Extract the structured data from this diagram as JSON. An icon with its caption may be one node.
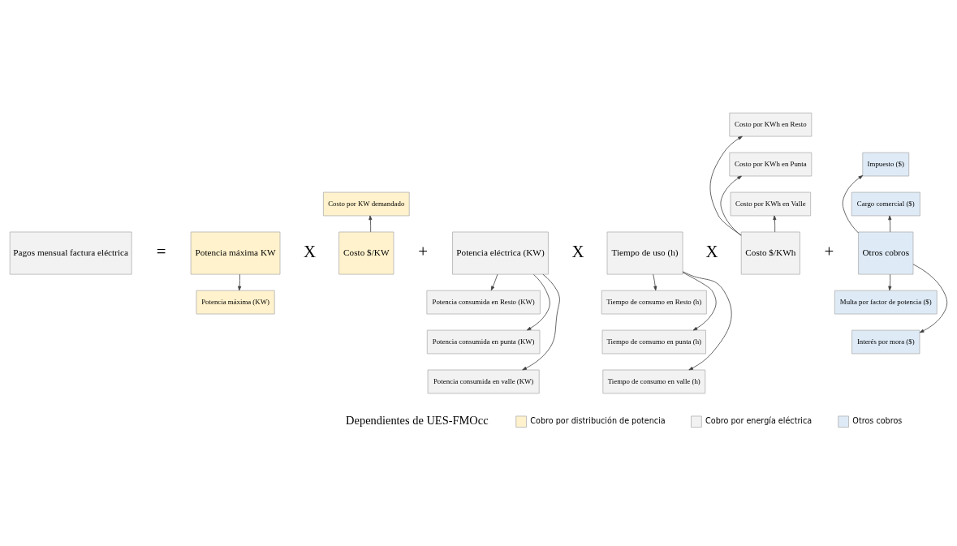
{
  "diagram": {
    "nodes": [
      {
        "text": [
          "Pagos mensual factura eléctrica"
        ]
      },
      {
        "text": [
          "Potencia máxima KW"
        ]
      },
      {
        "text": [
          "Costo $/KW"
        ]
      },
      {
        "text": [
          "Costo por KW demandado"
        ]
      },
      {
        "text": [
          "Potencia máxima (KW)"
        ]
      },
      {
        "text": [
          "Potencia eléctrica (KW)"
        ]
      },
      {
        "text": [
          "Tiempo de uso (h)"
        ]
      },
      {
        "text": [
          "Costo $/KWh"
        ]
      },
      {
        "text": [
          "Costo por KWh en Resto"
        ]
      },
      {
        "text": [
          "Costo por KWh en Punta"
        ]
      },
      {
        "text": [
          "Costo por KWh en Valle"
        ]
      },
      {
        "text": [
          "Potencia consumida en Resto (KW)"
        ]
      },
      {
        "text": [
          "Potencia consumida en punta (KW)"
        ]
      },
      {
        "text": [
          "Potencia consumida en valle (KW)"
        ]
      },
      {
        "text": [
          "Tiempo de consumo en Resto (h)"
        ]
      },
      {
        "text": [
          "Tiempo de consumo en punta (h)"
        ]
      },
      {
        "text": [
          "Tiempo de consumo en valle (h)"
        ]
      },
      {
        "text": [
          "Otros cobros"
        ]
      },
      {
        "text": [
          "Impuesto ($)"
        ]
      },
      {
        "text": [
          "Cargo comercial ($)"
        ]
      },
      {
        "text": [
          "Multa por factor de potencia ($)"
        ]
      },
      {
        "text": [
          "Interés por mora ($)"
        ]
      }
    ],
    "edges": [
      {
        "from": 2,
        "to": 3,
        "arrow": "to"
      },
      {
        "from": 1,
        "to": 4,
        "arrow": "to"
      },
      {
        "from": 7,
        "to": 8,
        "arrow": "to"
      },
      {
        "from": 7,
        "to": 9,
        "arrow": "to"
      },
      {
        "from": 7,
        "to": 10,
        "arrow": "to"
      },
      {
        "from": 5,
        "to": 11,
        "arrow": "to"
      },
      {
        "from": 5,
        "to": 12,
        "arrow": "to"
      },
      {
        "from": 5,
        "to": 13,
        "arrow": "to"
      },
      {
        "from": 6,
        "to": 14,
        "arrow": "to"
      },
      {
        "from": 6,
        "to": 15,
        "arrow": "to"
      },
      {
        "from": 6,
        "to": 16,
        "arrow": "to"
      },
      {
        "from": 17,
        "to": 18,
        "arrow": "to"
      },
      {
        "from": 17,
        "to": 19,
        "arrow": "to"
      },
      {
        "from": 17,
        "to": 20,
        "arrow": "to"
      },
      {
        "from": 17,
        "to": 21,
        "arrow": "to"
      }
    ],
    "labels": [
      "=",
      "X",
      "+",
      "X",
      "X",
      "+",
      "Dependientes de UES-FMOcc"
    ],
    "legend": [
      {
        "text": "Cobro por distribución de potencia",
        "color": "#fff2cc"
      },
      {
        "text": "Cobro por energía eléctrica",
        "color": "#f2f2f2"
      },
      {
        "text": "Otros cobros",
        "color": "#deebf7"
      }
    ]
  }
}
